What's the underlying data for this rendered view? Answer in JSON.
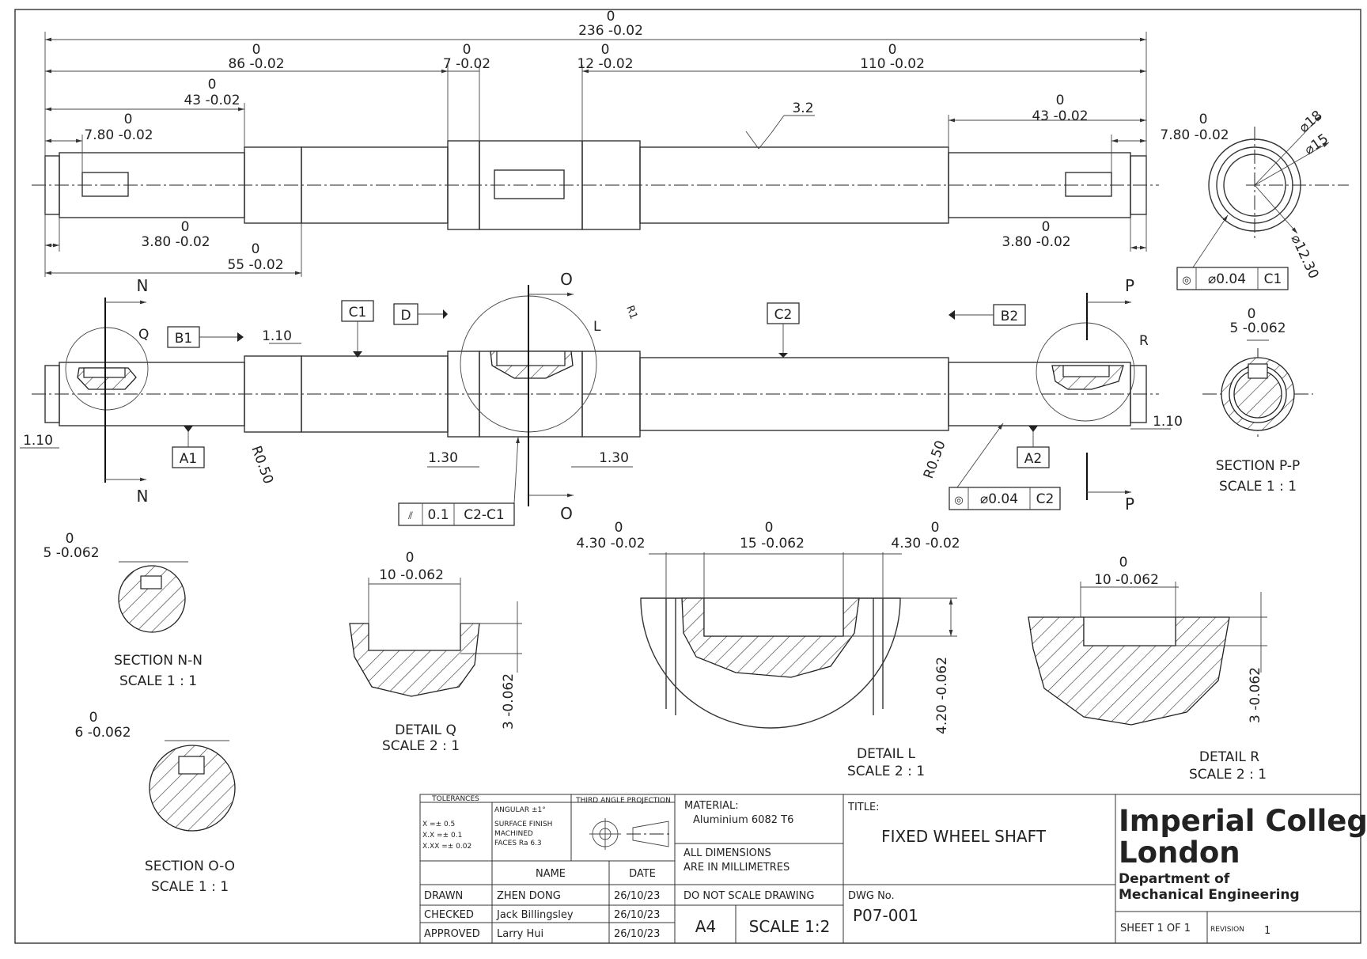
{
  "dims": {
    "overall": "236 -0.02",
    "d86": "86 -0.02",
    "d7": "7 -0.02",
    "d12": "12 -0.02",
    "d110": "110 -0.02",
    "d43a": "43 -0.02",
    "d43b": "43 -0.02",
    "d780a": "7.80 -0.02",
    "d780b": "7.80 -0.02",
    "d380a": "3.80 -0.02",
    "d380b": "3.80 -0.02",
    "d55": "55 -0.02",
    "zero": "0",
    "d110s_a": "1.10",
    "d110s_b": "1.10",
    "d110s_c": "1.10",
    "d130a": "1.30",
    "d130b": "1.30",
    "r050a": "R0.50",
    "r050b": "R0.50",
    "r1": "R1",
    "rough": "3.2",
    "dia18": "⌀18",
    "dia15": "⌀15",
    "dia1230": "⌀12.30"
  },
  "labels": {
    "N": "N",
    "O": "O",
    "P": "P",
    "Q": "Q",
    "L": "L",
    "R": "R",
    "A1": "A1",
    "A2": "A2",
    "B1": "B1",
    "B2": "B2",
    "C1": "C1",
    "C2": "C2",
    "D": "D"
  },
  "fcf": {
    "conc1_tol": "⌀0.04",
    "conc1_ref": "C1",
    "conc2_tol": "⌀0.04",
    "conc2_ref": "C2",
    "runout_tol": "0.1",
    "runout_ref": "C2-C1",
    "conc_symbol": "◎",
    "runout_symbol": "⫽"
  },
  "sections": {
    "nn_dim": "5 -0.062",
    "nn_title": "SECTION N-N",
    "nn_scale": "SCALE 1 : 1",
    "oo_dim": "6 -0.062",
    "oo_title": "SECTION O-O",
    "oo_scale": "SCALE 1 : 1",
    "pp_dim": "5 -0.062",
    "pp_title": "SECTION P-P",
    "pp_scale": "SCALE 1 : 1"
  },
  "details": {
    "q_dim": "10 -0.062",
    "q_depth": "3 -0.062",
    "q_title": "DETAIL Q",
    "q_scale": "SCALE 2 : 1",
    "l_dim_left": "4.30 -0.02",
    "l_dim_mid": "15 -0.062",
    "l_dim_right": "4.30 -0.02",
    "l_depth": "4.20 -0.062",
    "l_title": "DETAIL L",
    "l_scale": "SCALE 2 : 1",
    "r_dim": "10 -0.062",
    "r_depth": "3 -0.062",
    "r_title": "DETAIL R",
    "r_scale": "SCALE 2 : 1"
  },
  "title_block": {
    "tolerances_h": "TOLERANCES",
    "tol_x": "X    =± 0.5",
    "tol_xx": "X.X  =± 0.1",
    "tol_xxx": "X.XX =± 0.02",
    "angular": "ANGULAR  ±1°",
    "surface1": "SURFACE FINISH",
    "surface2": "MACHINED",
    "surface3": "FACES      Ra 6.3",
    "projection": "THIRD ANGLE PROJECTION",
    "material_h": "MATERIAL:",
    "material": "Aluminium 6082 T6",
    "units1": "ALL DIMENSIONS",
    "units2": "ARE IN MILLIMETRES",
    "noscale": "DO NOT SCALE DRAWING",
    "paper": "A4",
    "scale": "SCALE 1:2",
    "title_h": "TITLE:",
    "title": "FIXED WHEEL SHAFT",
    "dwg_h": "DWG No.",
    "dwg": "P07-001",
    "name_h": "NAME",
    "date_h": "DATE",
    "drawn_h": "DRAWN",
    "drawn_name": "ZHEN DONG",
    "drawn_date": "26/10/23",
    "checked_h": "CHECKED",
    "checked_name": "Jack Billingsley",
    "checked_date": "26/10/23",
    "approved_h": "APPROVED",
    "approved_name": "Larry Hui",
    "approved_date": "26/10/23",
    "logo1": "Imperial College",
    "logo2": "London",
    "dept1": "Department of",
    "dept2": "Mechanical Engineering",
    "sheet": "SHEET 1 OF 1",
    "revision_h": "REVISION",
    "revision": "1"
  }
}
